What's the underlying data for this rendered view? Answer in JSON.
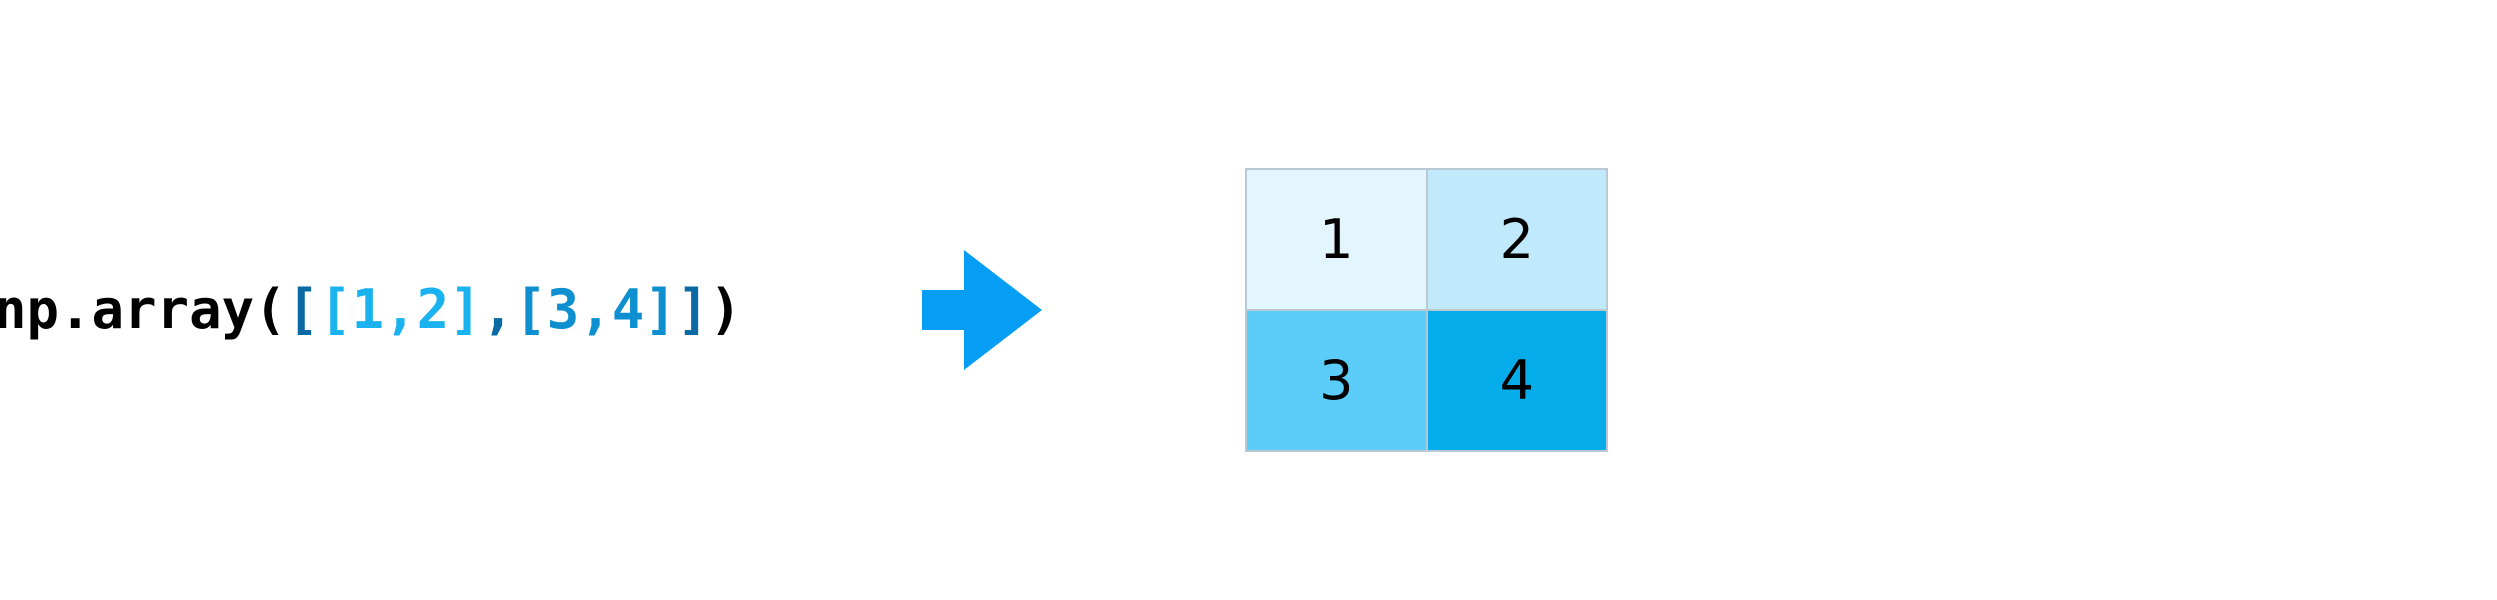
{
  "code": {
    "prefix": "np.array(",
    "outer_open": "[",
    "row1": "[1,2]",
    "comma": ",",
    "row2": "[3,4]",
    "outer_close": "]",
    "close_paren": ")"
  },
  "colors": {
    "code_text": "#000000",
    "outer_bracket": "#0b6aa3",
    "row1": "#1ab3f0",
    "row2": "#0d8fd0",
    "arrow": "#069df5"
  },
  "arrow_icon": "right-arrow-icon",
  "matrix": {
    "cells": [
      {
        "value": "1",
        "color": "#e3f5fd"
      },
      {
        "value": "2",
        "color": "#c0e9fb"
      },
      {
        "value": "3",
        "color": "#5bcdf8"
      },
      {
        "value": "4",
        "color": "#04adea"
      }
    ]
  }
}
